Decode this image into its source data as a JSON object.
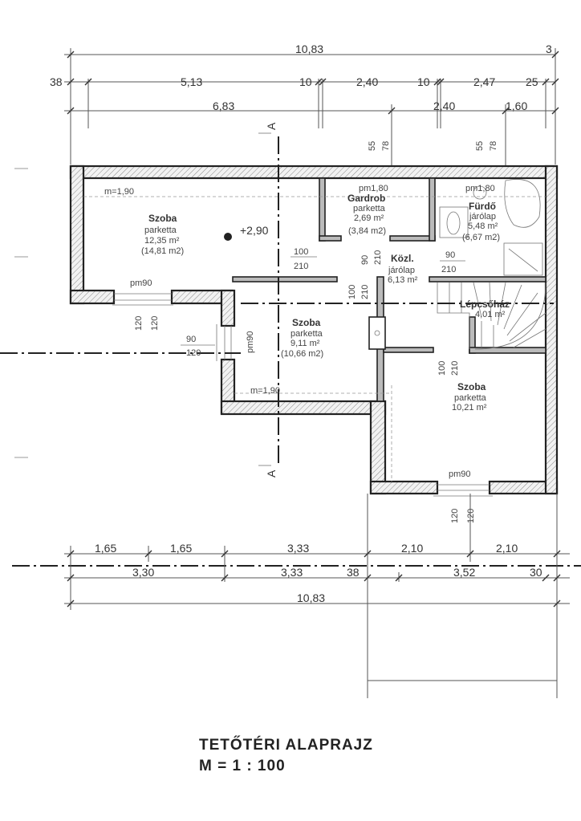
{
  "dimensions": {
    "top_total": "10,83",
    "top_offset": "3",
    "top_row2": [
      "38",
      "5,13",
      "10",
      "2,40",
      "10",
      "2,47",
      "25"
    ],
    "top_row3": [
      "6,83",
      "2,40",
      "1,60"
    ],
    "stair_bath_opening": [
      "55",
      "78"
    ],
    "bottom_row1": [
      "1,65",
      "1,65",
      "3,33",
      "2,10",
      "2,10"
    ],
    "bottom_row2": [
      "3,30",
      "3,33",
      "38",
      "3,52",
      "30"
    ],
    "bottom_total": "10,83"
  },
  "section_marker": "A",
  "rooms": [
    {
      "name": "Szoba",
      "floor": "parketta",
      "area": "12,35 m²",
      "gross": "(14,81 m2)",
      "height_note": "m=1,90",
      "window": "pm90"
    },
    {
      "name": "Gardrob",
      "floor": "parketta",
      "area": "2,69 m²",
      "gross": "(3,84 m2)",
      "height_note": "pm1,80"
    },
    {
      "name": "Fürdő",
      "floor": "járólap",
      "area": "5,48 m²",
      "gross": "(6,67 m2)",
      "height_note": "pm1,80"
    },
    {
      "name": "Közl.",
      "floor": "járólap",
      "area": "6,13 m²"
    },
    {
      "name": "Lépcsőház",
      "area": "4,01 m²"
    },
    {
      "name": "Szoba",
      "floor": "parketta",
      "area": "9,11 m²",
      "gross": "(10,66 m2)",
      "height_note": "m=1,90",
      "window": "pm90"
    },
    {
      "name": "Szoba",
      "floor": "parketta",
      "area": "10,21 m²",
      "window": "pm90"
    }
  ],
  "level_mark": "+2,90",
  "door_labels": {
    "d1": [
      "100",
      "210"
    ],
    "d2": [
      "90",
      "210"
    ],
    "d3": [
      "90",
      "210"
    ],
    "d4": [
      "100",
      "210"
    ],
    "d5": [
      "100",
      "210"
    ],
    "w_left": [
      "120",
      "120"
    ],
    "w_side": [
      "90",
      "120"
    ],
    "w_right": [
      "120",
      "120"
    ]
  },
  "title": {
    "line1": "TETŐTÉRI  ALAPRAJZ",
    "line2": "M = 1 : 100"
  }
}
